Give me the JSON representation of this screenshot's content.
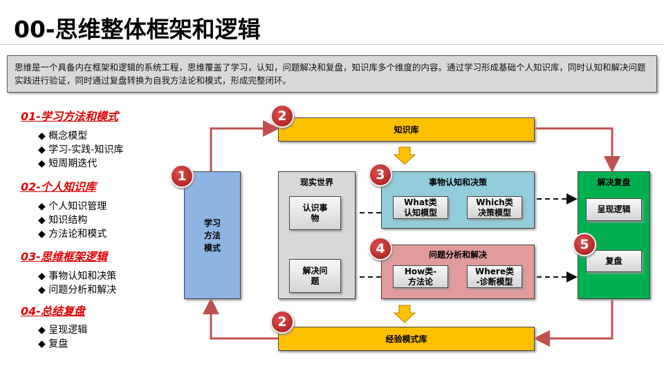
{
  "title": "00-思维整体框架和逻辑",
  "description": "思维是一个具备内在框架和逻辑的系统工程，思维覆盖了学习，认知，问题解决和复盘，知识库多个维度的内容。通过学习形成基础个人知识库，同时认知和解决问题实践进行验证，同时通过复盘转换为自我方法论和模式，形成完整闭环。",
  "sections": [
    {
      "title": "01-学习方法和模式",
      "items": [
        "◆ 概念模型",
        "◆ 学习-实践-知识库",
        "◆ 短周期迭代"
      ]
    },
    {
      "title": "02-个人知识库",
      "items": [
        "◆ 个人知识管理",
        "◆ 知识结构",
        "◆ 方法论和模式"
      ]
    },
    {
      "title": "03-思维框架逻辑",
      "items": [
        "◆ 事物认知和决策",
        "◆ 问题分析和解决"
      ]
    },
    {
      "title": "04-总结复盘",
      "items": [
        "◆ 呈现逻辑",
        "◆ 复盘"
      ]
    }
  ],
  "diagram": {
    "knowledge_base": "知识库",
    "experience_base": "经验模式库",
    "learning": "学习\n方法\n模式",
    "real_world": "现实世界",
    "know_things": "认识事\n物",
    "solve_problems": "解决问\n题",
    "cognition": "事物认知和决策",
    "what": "What类\n认知模型",
    "which": "Which类\n决策模型",
    "problem": "问题分析和解决",
    "how": "How类-\n方法论",
    "where": "Where类\n-诊断模型",
    "review": "解决复盘",
    "present_logic": "呈现逻辑",
    "recap": "复盘",
    "badges": [
      "1",
      "2",
      "3",
      "4",
      "5",
      "2"
    ]
  }
}
